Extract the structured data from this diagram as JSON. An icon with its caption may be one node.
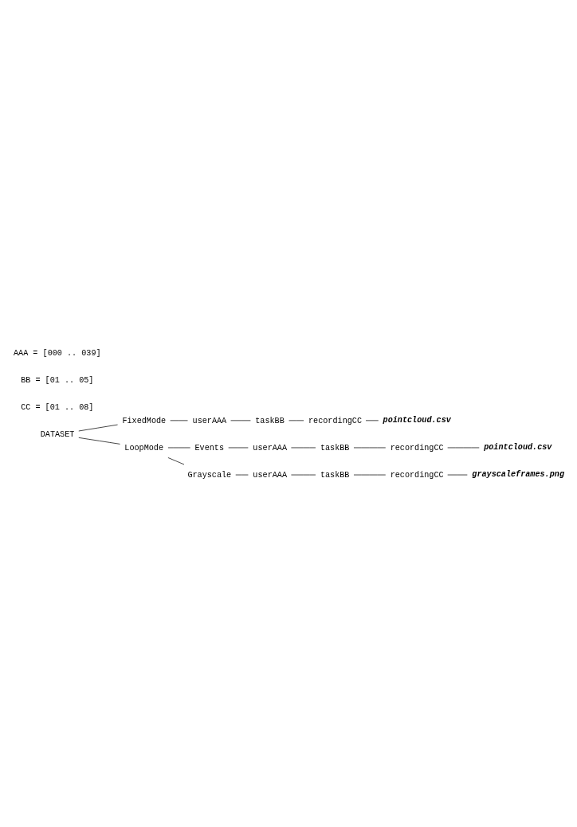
{
  "diagram": {
    "nodes": [
      {
        "text": [
          "DATASET"
        ]
      },
      {
        "text": [
          "FixedMode"
        ]
      },
      {
        "text": [
          "userAAA"
        ]
      },
      {
        "text": [
          "taskBB"
        ]
      },
      {
        "text": [
          "recordingCC"
        ]
      },
      {
        "text": [
          "pointcloud.csv"
        ]
      },
      {
        "text": [
          "LoopMode"
        ]
      },
      {
        "text": [
          "Events"
        ]
      },
      {
        "text": [
          "userAAA"
        ]
      },
      {
        "text": [
          "taskBB"
        ]
      },
      {
        "text": [
          "recordingCC"
        ]
      },
      {
        "text": [
          "pointcloud.csv"
        ]
      },
      {
        "text": [
          "Grayscale"
        ]
      },
      {
        "text": [
          "userAAA"
        ]
      },
      {
        "text": [
          "taskBB"
        ]
      },
      {
        "text": [
          "recordingCC"
        ]
      },
      {
        "text": [
          "grayscaleframes.png"
        ]
      }
    ],
    "edges": [
      {
        "from": 0,
        "to": 1,
        "arrow": "none"
      },
      {
        "from": 1,
        "to": 2,
        "arrow": "none"
      },
      {
        "from": 2,
        "to": 3,
        "arrow": "none"
      },
      {
        "from": 3,
        "to": 4,
        "arrow": "none"
      },
      {
        "from": 4,
        "to": 5,
        "arrow": "none"
      },
      {
        "from": 0,
        "to": 6,
        "arrow": "none"
      },
      {
        "from": 6,
        "to": 7,
        "arrow": "none"
      },
      {
        "from": 7,
        "to": 8,
        "arrow": "none"
      },
      {
        "from": 8,
        "to": 9,
        "arrow": "none"
      },
      {
        "from": 9,
        "to": 10,
        "arrow": "none"
      },
      {
        "from": 10,
        "to": 11,
        "arrow": "none"
      },
      {
        "from": 6,
        "to": 12,
        "arrow": "none"
      },
      {
        "from": 12,
        "to": 13,
        "arrow": "none"
      },
      {
        "from": 13,
        "to": 14,
        "arrow": "none"
      },
      {
        "from": 14,
        "to": 15,
        "arrow": "none"
      },
      {
        "from": 15,
        "to": 16,
        "arrow": "none"
      }
    ],
    "labels": [
      "AAA = [000 .. 039]",
      "BB = [01 .. 05]",
      "CC = [01 .. 08]"
    ]
  }
}
